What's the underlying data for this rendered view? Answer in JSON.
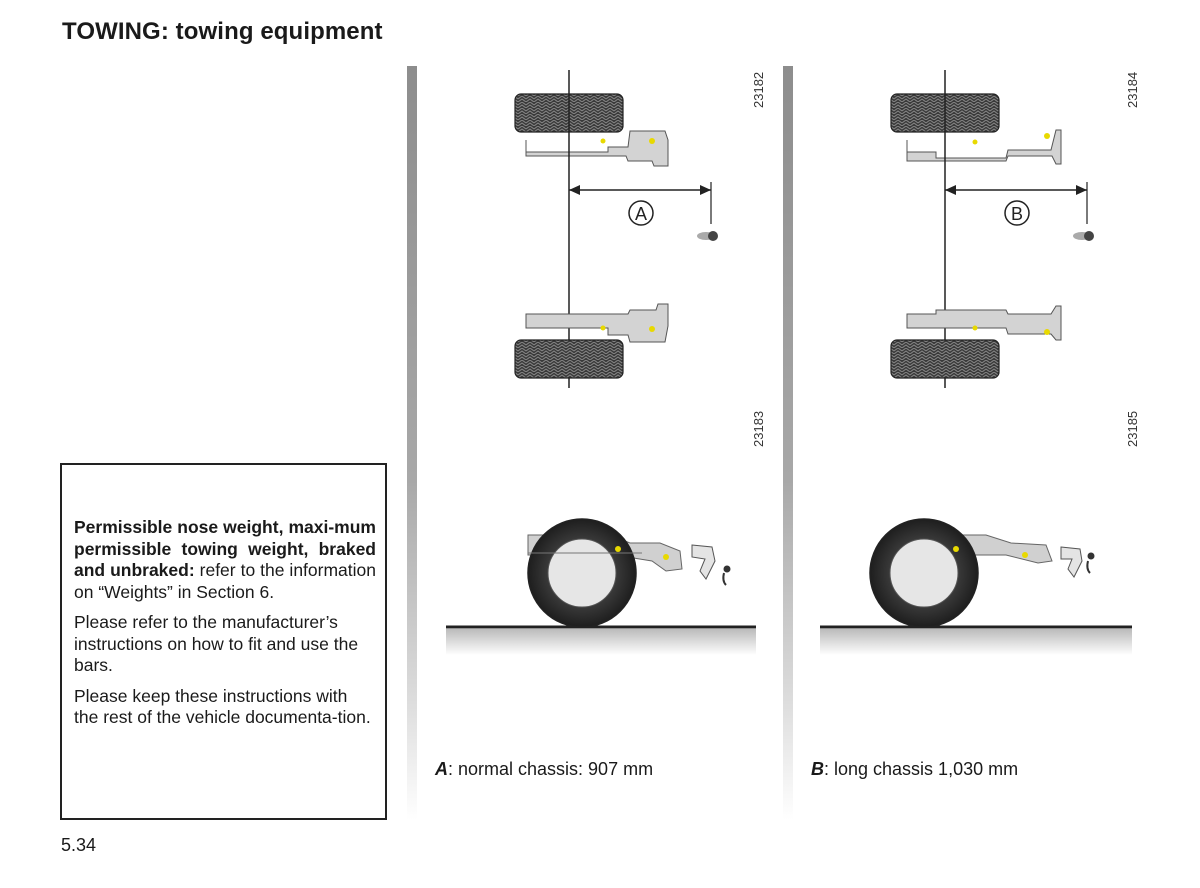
{
  "page": {
    "title": "TOWING: towing equipment",
    "page_number": "5.34"
  },
  "note": {
    "bold_lead": "Permissible nose weight, maxi-mum permissible towing weight, braked and unbraked:",
    "lead_rest": " refer to the information on “Weights” in Section 6.",
    "para2": "Please refer to the manufacturer’s instructions on how to fit and use the bars.",
    "para3": "Please keep these instructions with the rest of the vehicle documenta-tion."
  },
  "figures": {
    "top_left_code": "23182",
    "bottom_left_code": "23183",
    "top_right_code": "23184",
    "bottom_right_code": "23185",
    "marker_a": "A",
    "marker_b": "B"
  },
  "captions": {
    "a_letter": "A",
    "a_text": ": normal chassis: 907 mm",
    "b_letter": "B",
    "b_text": ": long chassis 1,030 mm"
  }
}
